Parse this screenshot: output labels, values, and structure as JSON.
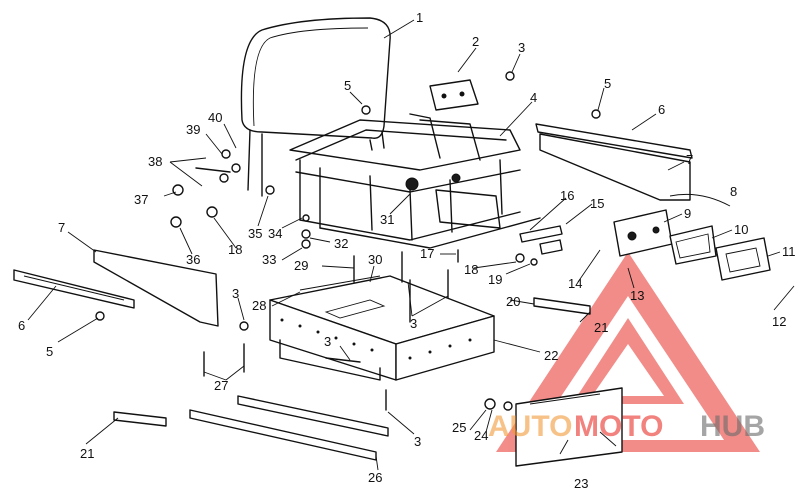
{
  "callouts": [
    {
      "id": "c1",
      "label": "1"
    },
    {
      "id": "c2",
      "label": "2"
    },
    {
      "id": "c3a",
      "label": "3"
    },
    {
      "id": "c4",
      "label": "4"
    },
    {
      "id": "c5a",
      "label": "5"
    },
    {
      "id": "c5b",
      "label": "5"
    },
    {
      "id": "c6a",
      "label": "6"
    },
    {
      "id": "c7a",
      "label": "7"
    },
    {
      "id": "c8",
      "label": "8"
    },
    {
      "id": "c9",
      "label": "9"
    },
    {
      "id": "c10",
      "label": "10"
    },
    {
      "id": "c11",
      "label": "11"
    },
    {
      "id": "c12",
      "label": "12"
    },
    {
      "id": "c13",
      "label": "13"
    },
    {
      "id": "c14",
      "label": "14"
    },
    {
      "id": "c15",
      "label": "15"
    },
    {
      "id": "c16",
      "label": "16"
    },
    {
      "id": "c17",
      "label": "17"
    },
    {
      "id": "c18a",
      "label": "18"
    },
    {
      "id": "c18b",
      "label": "18"
    },
    {
      "id": "c19",
      "label": "19"
    },
    {
      "id": "c20",
      "label": "20"
    },
    {
      "id": "c21a",
      "label": "21"
    },
    {
      "id": "c21b",
      "label": "21"
    },
    {
      "id": "c22",
      "label": "22"
    },
    {
      "id": "c23",
      "label": "23"
    },
    {
      "id": "c24",
      "label": "24"
    },
    {
      "id": "c25",
      "label": "25"
    },
    {
      "id": "c26",
      "label": "26"
    },
    {
      "id": "c27",
      "label": "27"
    },
    {
      "id": "c28",
      "label": "28"
    },
    {
      "id": "c29",
      "label": "29"
    },
    {
      "id": "c30",
      "label": "30"
    },
    {
      "id": "c31",
      "label": "31"
    },
    {
      "id": "c32",
      "label": "32"
    },
    {
      "id": "c33",
      "label": "33"
    },
    {
      "id": "c34",
      "label": "34"
    },
    {
      "id": "c35",
      "label": "35"
    },
    {
      "id": "c36",
      "label": "36"
    },
    {
      "id": "c37",
      "label": "37"
    },
    {
      "id": "c38",
      "label": "38"
    },
    {
      "id": "c39",
      "label": "39"
    },
    {
      "id": "c40",
      "label": "40"
    },
    {
      "id": "c7b",
      "label": "7"
    },
    {
      "id": "c6b",
      "label": "6"
    },
    {
      "id": "c5c",
      "label": "5"
    },
    {
      "id": "c3b",
      "label": "3"
    },
    {
      "id": "c3c",
      "label": "3"
    },
    {
      "id": "c3d",
      "label": "3"
    },
    {
      "id": "c3e",
      "label": "3"
    }
  ],
  "watermark": {
    "part1": "AUTO",
    "part2": "MOTO",
    "part3": "HUB",
    "color_red": "#e8302a",
    "color_orange": "#f29a3a",
    "color_gray": "#6b6b6b"
  }
}
